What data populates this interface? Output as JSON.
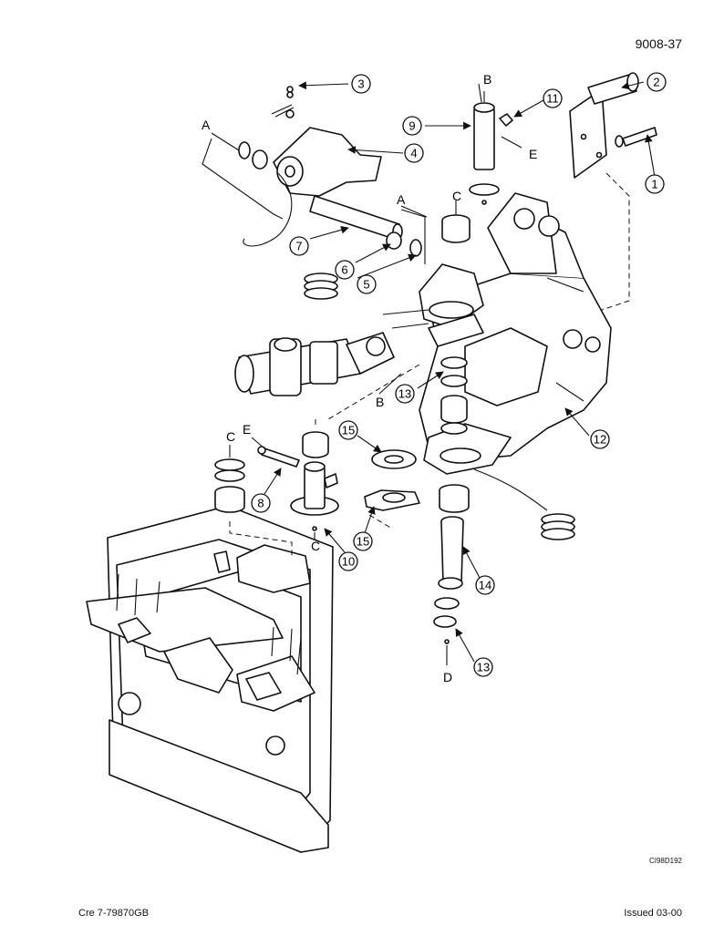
{
  "header": {
    "page_number": "9008-37"
  },
  "drawing": {
    "callouts": [
      "1",
      "2",
      "3",
      "4",
      "5",
      "6",
      "7",
      "8",
      "9",
      "10",
      "11",
      "12",
      "13",
      "13",
      "14",
      "15",
      "15"
    ],
    "letters": [
      "A",
      "A",
      "B",
      "B",
      "C",
      "C",
      "C",
      "D",
      "E",
      "E"
    ],
    "code": "CI98D192"
  },
  "footer": {
    "left": "Cre  7-79870GB",
    "right": "Issued 03-00"
  }
}
